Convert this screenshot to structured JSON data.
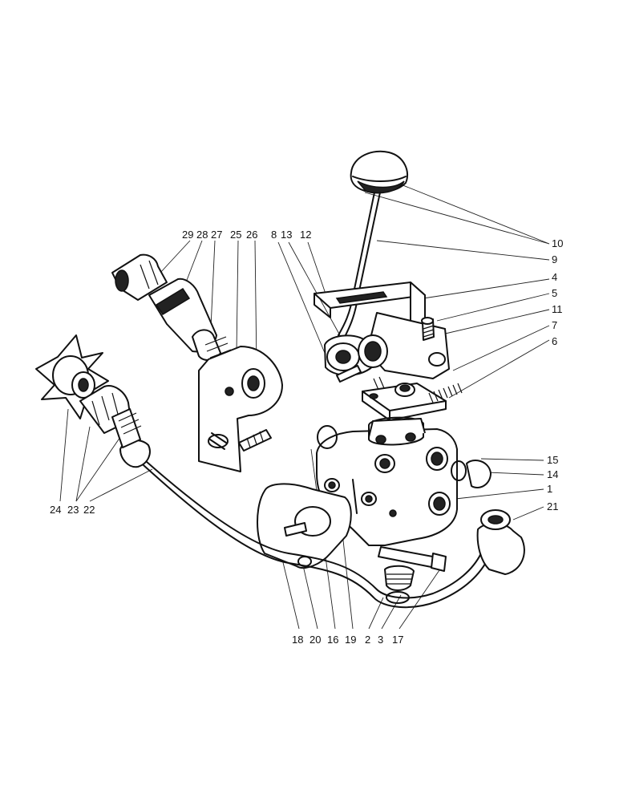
{
  "callouts": {
    "top_left": [
      "29",
      "28",
      "27",
      "25",
      "26",
      "8",
      "13",
      "12"
    ],
    "right": [
      "10",
      "9",
      "4",
      "5",
      "11",
      "7",
      "6",
      "15",
      "14",
      "1",
      "21"
    ],
    "bottom_left": [
      "24",
      "23",
      "22"
    ],
    "bottom": [
      "18",
      "20",
      "16",
      "19",
      "2",
      "3",
      "17"
    ]
  }
}
